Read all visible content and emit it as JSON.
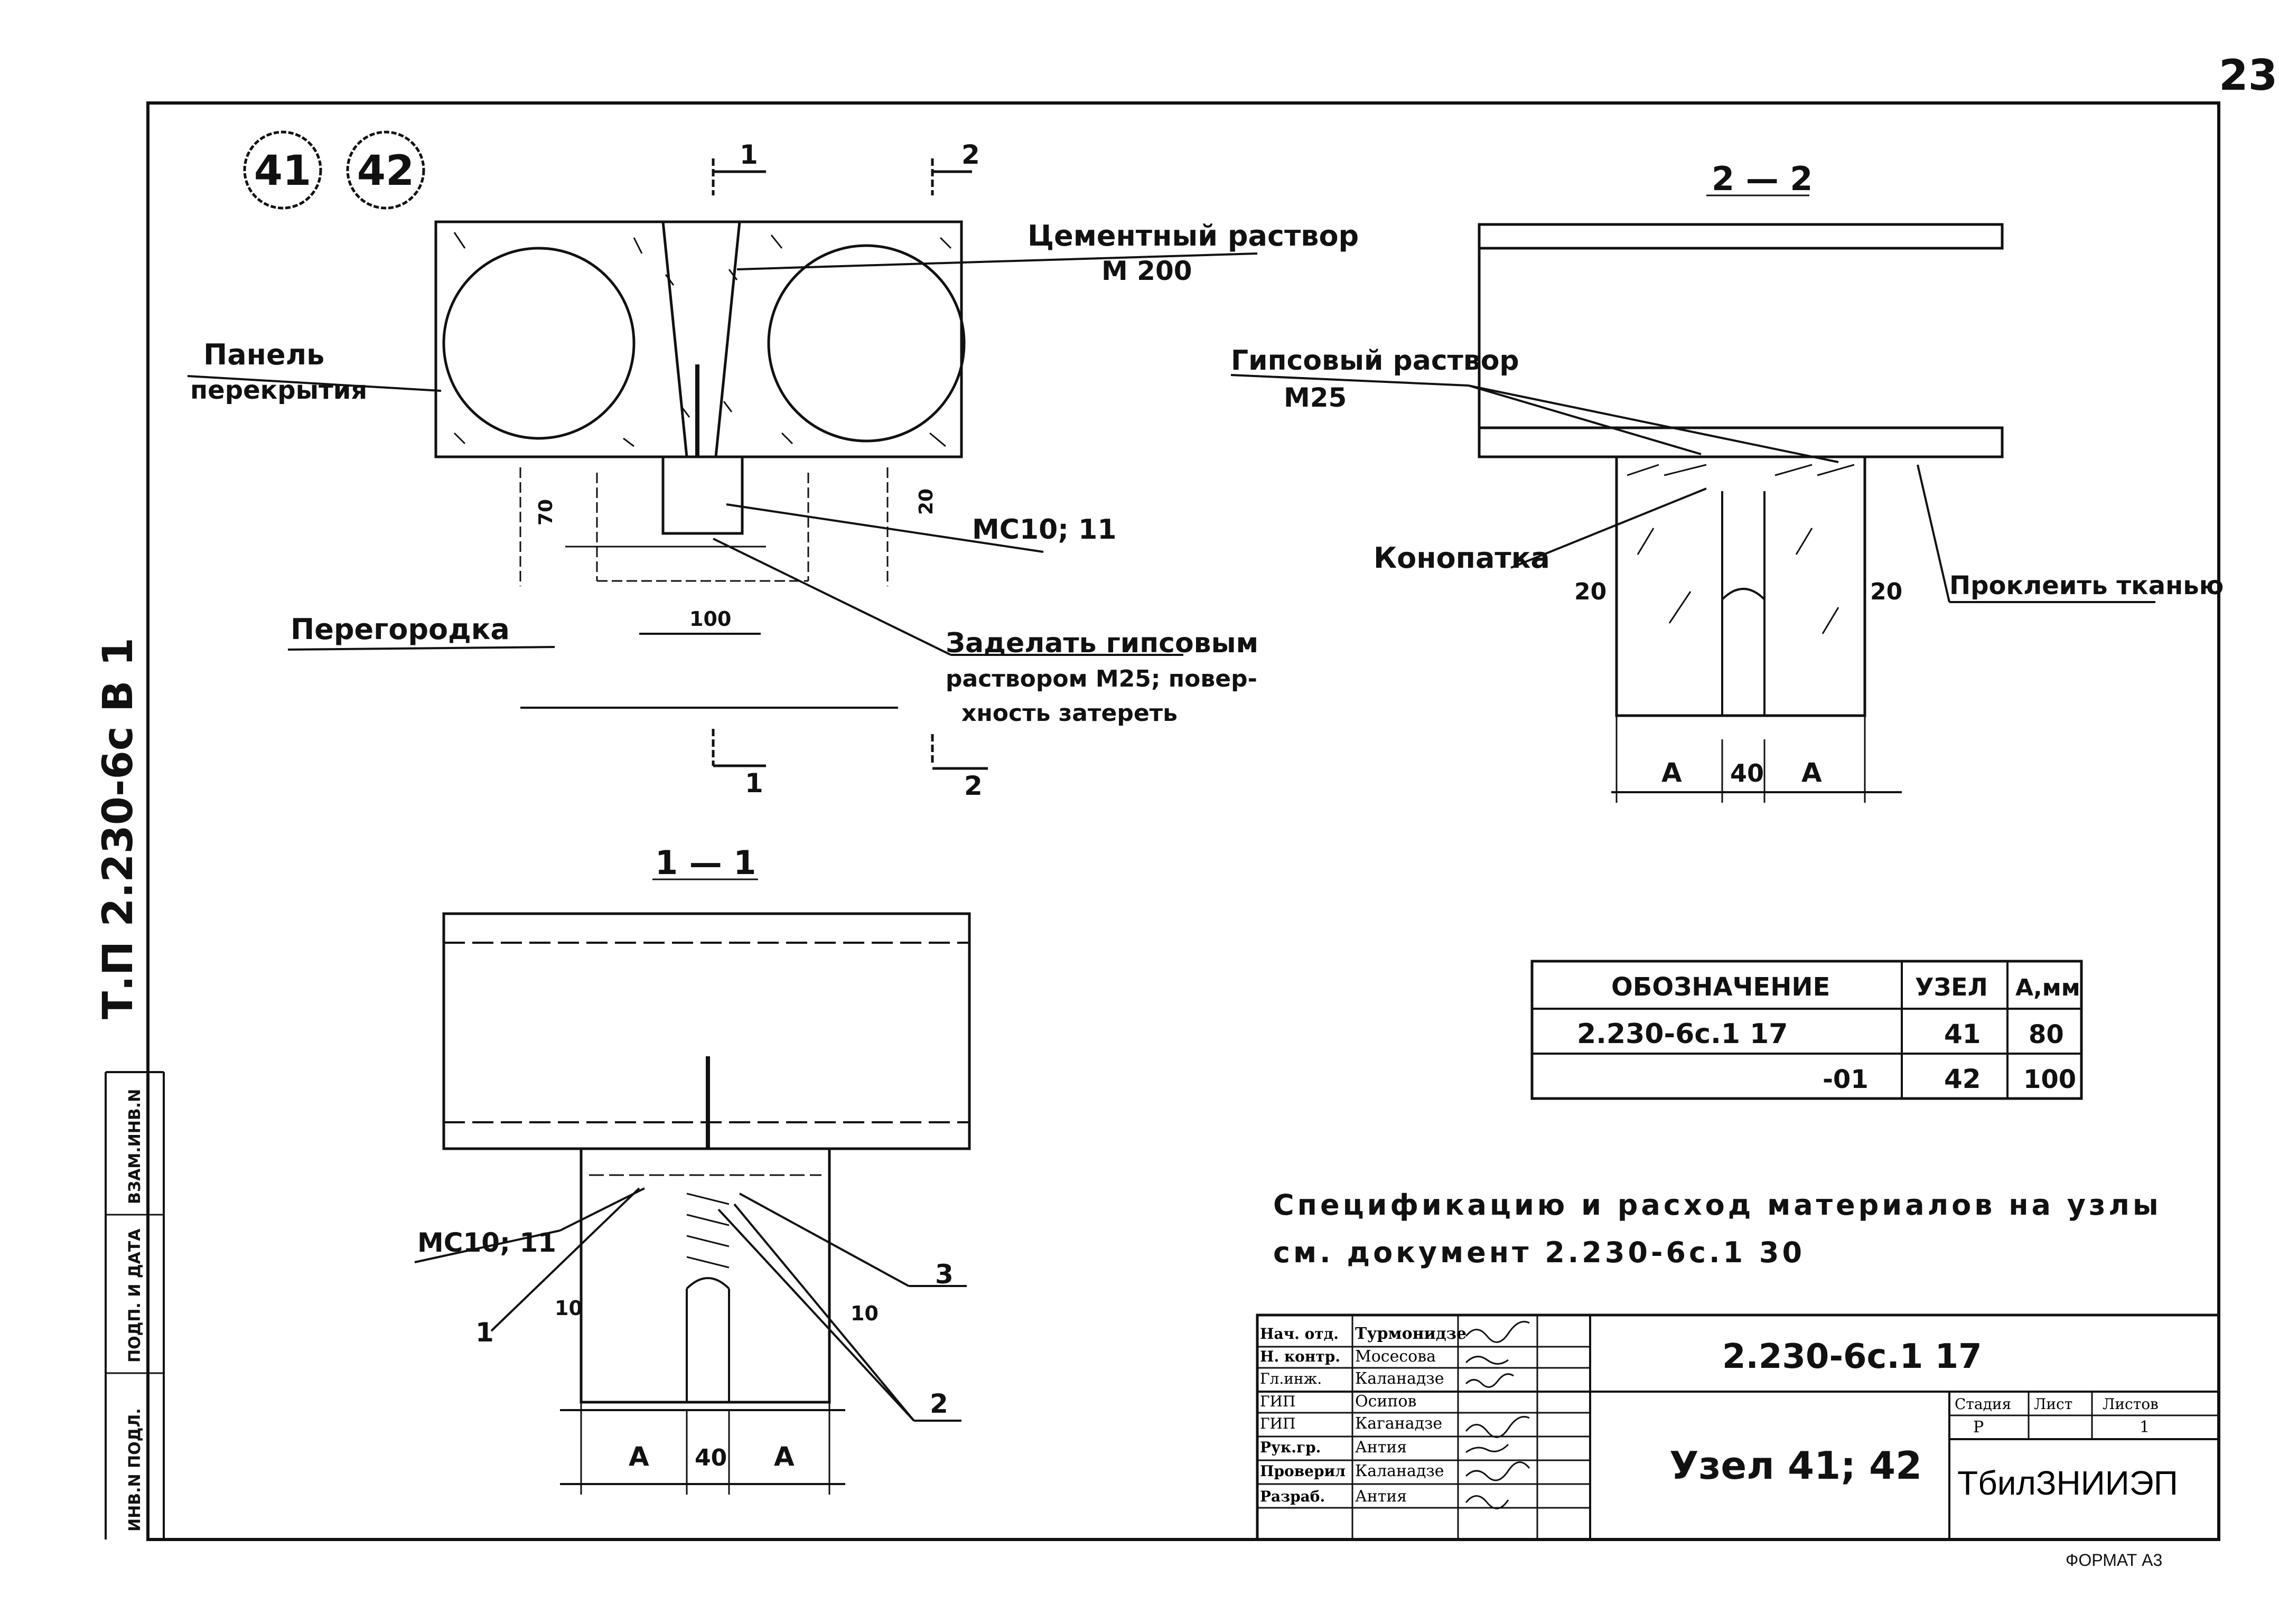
{
  "page_number": "23",
  "side_stamp": "Т.П 2.230-6с В 1",
  "side_labels": [
    "ВЗАМ.ИНВ.N",
    "ПОДП. И ДАТА",
    "ИНВ.N ПОДЛ."
  ],
  "node_numbers": [
    "41",
    "42"
  ],
  "plan": {
    "section_marks": [
      "1",
      "2",
      "1",
      "2"
    ],
    "label_mortar": "Цементный раствор",
    "label_mortar_grade": "М 200",
    "label_panel_1": "Панель",
    "label_panel_2": "перекрытия",
    "label_bolt": "МС10; 11",
    "label_partition": "Перегородка",
    "label_seal_1": "Заделать гипсовым",
    "label_seal_2": "раствором М25; повер-",
    "label_seal_3": "хность затереть",
    "dim_70": "70",
    "dim_20": "20",
    "dim_100": "100"
  },
  "section_22": {
    "title": "2 — 2",
    "label_gypsum": "Гипсовый раствор",
    "label_gypsum_grade": "М25",
    "label_caulk": "Конопатка",
    "label_fabric": "Проклеить тканью",
    "dim_left": "20",
    "dim_right": "20",
    "dim_a1": "А",
    "dim_40": "40",
    "dim_a2": "А"
  },
  "section_11": {
    "title": "1 — 1",
    "label_bolt": "МС10; 11",
    "callout_1": "1",
    "callout_2": "2",
    "callout_3": "3",
    "dim_left": "10",
    "dim_right": "10",
    "dim_a1": "А",
    "dim_40": "40",
    "dim_a2": "А"
  },
  "spec_table": {
    "headers": [
      "ОБОЗНАЧЕНИЕ",
      "УЗЕЛ",
      "А,мм"
    ],
    "rows": [
      [
        "2.230-6с.1 17",
        "41",
        "80"
      ],
      [
        "-01",
        "42",
        "100"
      ]
    ]
  },
  "note_line1": "Спецификацию и расход материалов на узлы",
  "note_line2": "см. документ 2.230-6с.1 30",
  "title_block": {
    "roles": [
      "Нач. отд.",
      "Н. контр.",
      "Гл.инж.",
      "ГИП",
      "ГИП",
      "Рук.гр.",
      "Проверил",
      "Разраб."
    ],
    "names": [
      "Турмонидзе",
      "Мосесова",
      "Каланадзе",
      "Осипов",
      "Каганадзе",
      "Антия",
      "Каланадзе",
      "Антия"
    ],
    "doc_code": "2.230-6с.1 17",
    "sheet_title": "Узел 41; 42",
    "stage_header": "Стадия",
    "sheet_header": "Лист",
    "sheets_header": "Листов",
    "stage_value": "Р",
    "sheets_value": "1",
    "org": "ТбилЗНИИЭП"
  },
  "format_note": "ФОРМАТ А3"
}
